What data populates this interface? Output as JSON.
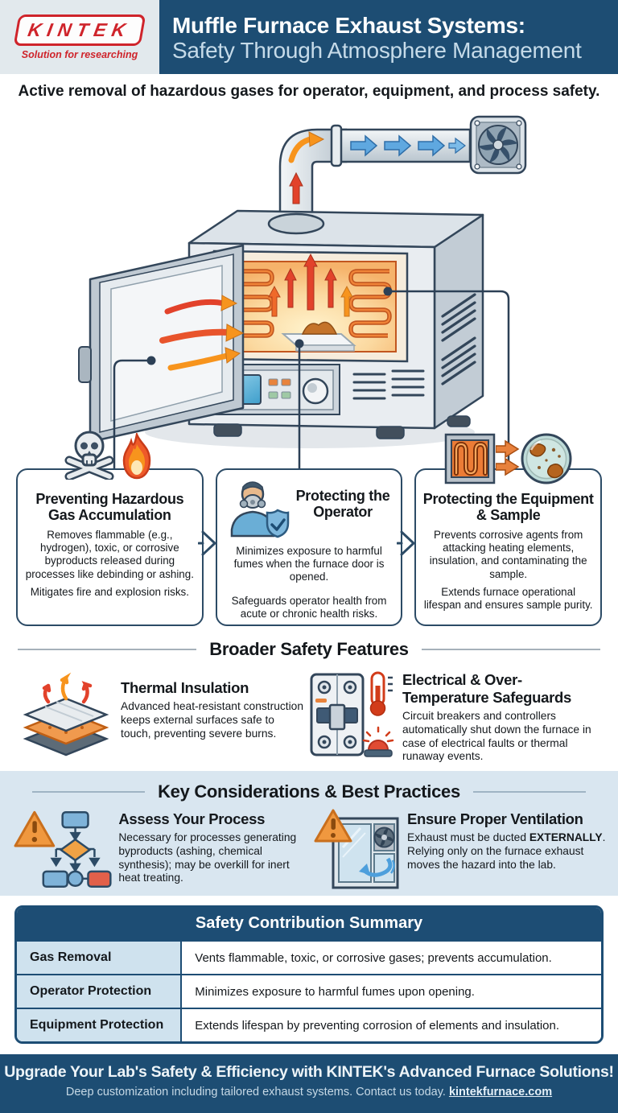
{
  "header": {
    "brand": "KINTEK",
    "tagline": "Solution for researching",
    "title_line1": "Muffle Furnace Exhaust Systems:",
    "title_line2": "Safety Through Atmosphere Management"
  },
  "subtitle": "Active removal of hazardous gases for operator, equipment, and process safety.",
  "cards": [
    {
      "title": "Preventing Hazardous Gas Accumulation",
      "body1": "Removes flammable (e.g., hydrogen), toxic, or corrosive byproducts released during processes like debinding or ashing.",
      "body2": "Mitigates fire and explosion risks.",
      "icons": [
        "skull-crossbones-icon",
        "flame-icon"
      ]
    },
    {
      "title": "Protecting the Operator",
      "body1": "Minimizes exposure to harmful fumes when the furnace door is opened.",
      "body2": "Safeguards operator health from acute or chronic health risks.",
      "icons": [
        "operator-respirator-shield-icon"
      ]
    },
    {
      "title": "Protecting the Equipment & Sample",
      "body1": "Prevents corrosive agents from attacking heating elements, insulation, and contaminating the sample.",
      "body2": "Extends furnace operational lifespan and ensures sample purity.",
      "icons": [
        "heating-element-icon",
        "petri-dish-icon"
      ]
    }
  ],
  "broader": {
    "heading": "Broader Safety Features",
    "items": [
      {
        "title": "Thermal Insulation",
        "body": "Advanced heat-resistant construction keeps external surfaces safe to touch, preventing severe burns.",
        "icon": "insulation-layers-icon"
      },
      {
        "title": "Electrical & Over-Temperature Safeguards",
        "body": "Circuit breakers and controllers automatically shut down the furnace in case of electrical faults or thermal runaway events.",
        "icon": "circuit-breaker-alarm-icon"
      }
    ]
  },
  "considerations": {
    "heading": "Key Considerations & Best Practices",
    "items": [
      {
        "title": "Assess Your Process",
        "body": "Necessary for processes generating byproducts (ashing, chemical synthesis); may be overkill for inert heat treating.",
        "icon": "warning-flowchart-icon"
      },
      {
        "title": "Ensure Proper Ventilation",
        "body_pre": "Exhaust must be ducted ",
        "body_bold": "EXTERNALLY",
        "body_post": ". Relying only on the furnace exhaust moves the hazard into the lab.",
        "icon": "warning-window-fan-icon"
      }
    ]
  },
  "summary_table": {
    "title": "Safety Contribution Summary",
    "rows": [
      {
        "label": "Gas Removal",
        "value": "Vents flammable, toxic, or corrosive gases; prevents accumulation."
      },
      {
        "label": "Operator Protection",
        "value": "Minimizes exposure to harmful fumes upon opening."
      },
      {
        "label": "Equipment Protection",
        "value": "Extends lifespan by preventing corrosion of elements and insulation."
      }
    ]
  },
  "footer": {
    "headline": "Upgrade Your Lab's Safety & Efficiency with KINTEK's Advanced Furnace Solutions!",
    "sub_pre": "Deep customization including tailored exhaust systems. Contact us today. ",
    "link": "kintekfurnace.com"
  },
  "colors": {
    "brand_red": "#cf242b",
    "navy": "#1d4d73",
    "outline_navy": "#33465a",
    "section_blue_bg": "#d9e6f0",
    "table_label_bg": "#cfe2ee",
    "flame_orange": "#f7941d",
    "arrow_red": "#e2422b",
    "air_blue": "#5fa8e0"
  }
}
